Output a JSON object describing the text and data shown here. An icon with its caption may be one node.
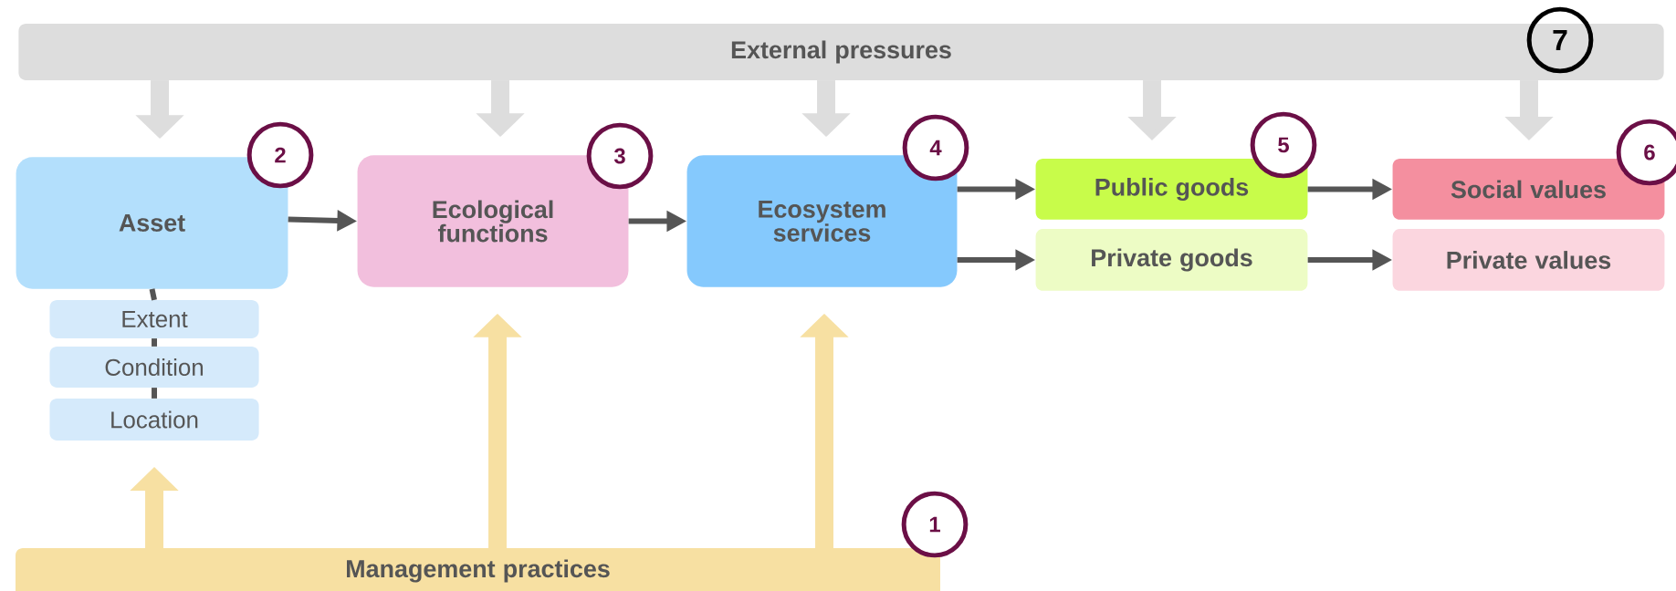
{
  "diagram": {
    "nodes": [
      {
        "text": [
          "External pressures"
        ]
      },
      {
        "text": [
          "Asset"
        ]
      },
      {
        "text": [
          "Ecological functions"
        ]
      },
      {
        "text": [
          "Ecosystem services"
        ]
      },
      {
        "text": [
          "Public goods"
        ]
      },
      {
        "text": [
          "Social values"
        ]
      },
      {
        "text": [
          "Private goods"
        ]
      },
      {
        "text": [
          "Private values"
        ]
      },
      {
        "text": [
          "Extent"
        ]
      },
      {
        "text": [
          "Condition"
        ]
      },
      {
        "text": [
          "Location"
        ]
      },
      {
        "text": [
          "Management practices"
        ]
      }
    ],
    "edges": [
      {
        "from": 0,
        "to": 1,
        "arrow": "to",
        "style": "thick",
        "color": "#dddddd"
      },
      {
        "from": 0,
        "to": 2,
        "arrow": "to",
        "style": "thick",
        "color": "#dddddd"
      },
      {
        "from": 0,
        "to": 3,
        "arrow": "to",
        "style": "thick",
        "color": "#dddddd"
      },
      {
        "from": 0,
        "to": 4,
        "arrow": "to",
        "style": "thick",
        "color": "#dddddd"
      },
      {
        "from": 0,
        "to": 5,
        "arrow": "to",
        "style": "thick",
        "color": "#dddddd"
      },
      {
        "from": 1,
        "to": 2,
        "arrow": "to"
      },
      {
        "from": 2,
        "to": 3,
        "arrow": "to"
      },
      {
        "from": 3,
        "to": 4,
        "arrow": "to"
      },
      {
        "from": 3,
        "to": 6,
        "arrow": "to"
      },
      {
        "from": 4,
        "to": 5,
        "arrow": "to"
      },
      {
        "from": 6,
        "to": 7,
        "arrow": "to"
      },
      {
        "from": 1,
        "to": 8,
        "arrow": "none"
      },
      {
        "from": 8,
        "to": 9,
        "arrow": "none"
      },
      {
        "from": 9,
        "to": 10,
        "arrow": "none"
      },
      {
        "from": 11,
        "to": 10,
        "arrow": "to",
        "style": "thick",
        "color": "#f7e0a2"
      },
      {
        "from": 11,
        "to": 2,
        "arrow": "to",
        "style": "thick",
        "color": "#f7e0a2"
      },
      {
        "from": 11,
        "to": 3,
        "arrow": "to",
        "style": "thick",
        "color": "#f7e0a2"
      }
    ],
    "labels": [
      "7",
      "2",
      "3",
      "4",
      "5",
      "6",
      "1"
    ]
  }
}
